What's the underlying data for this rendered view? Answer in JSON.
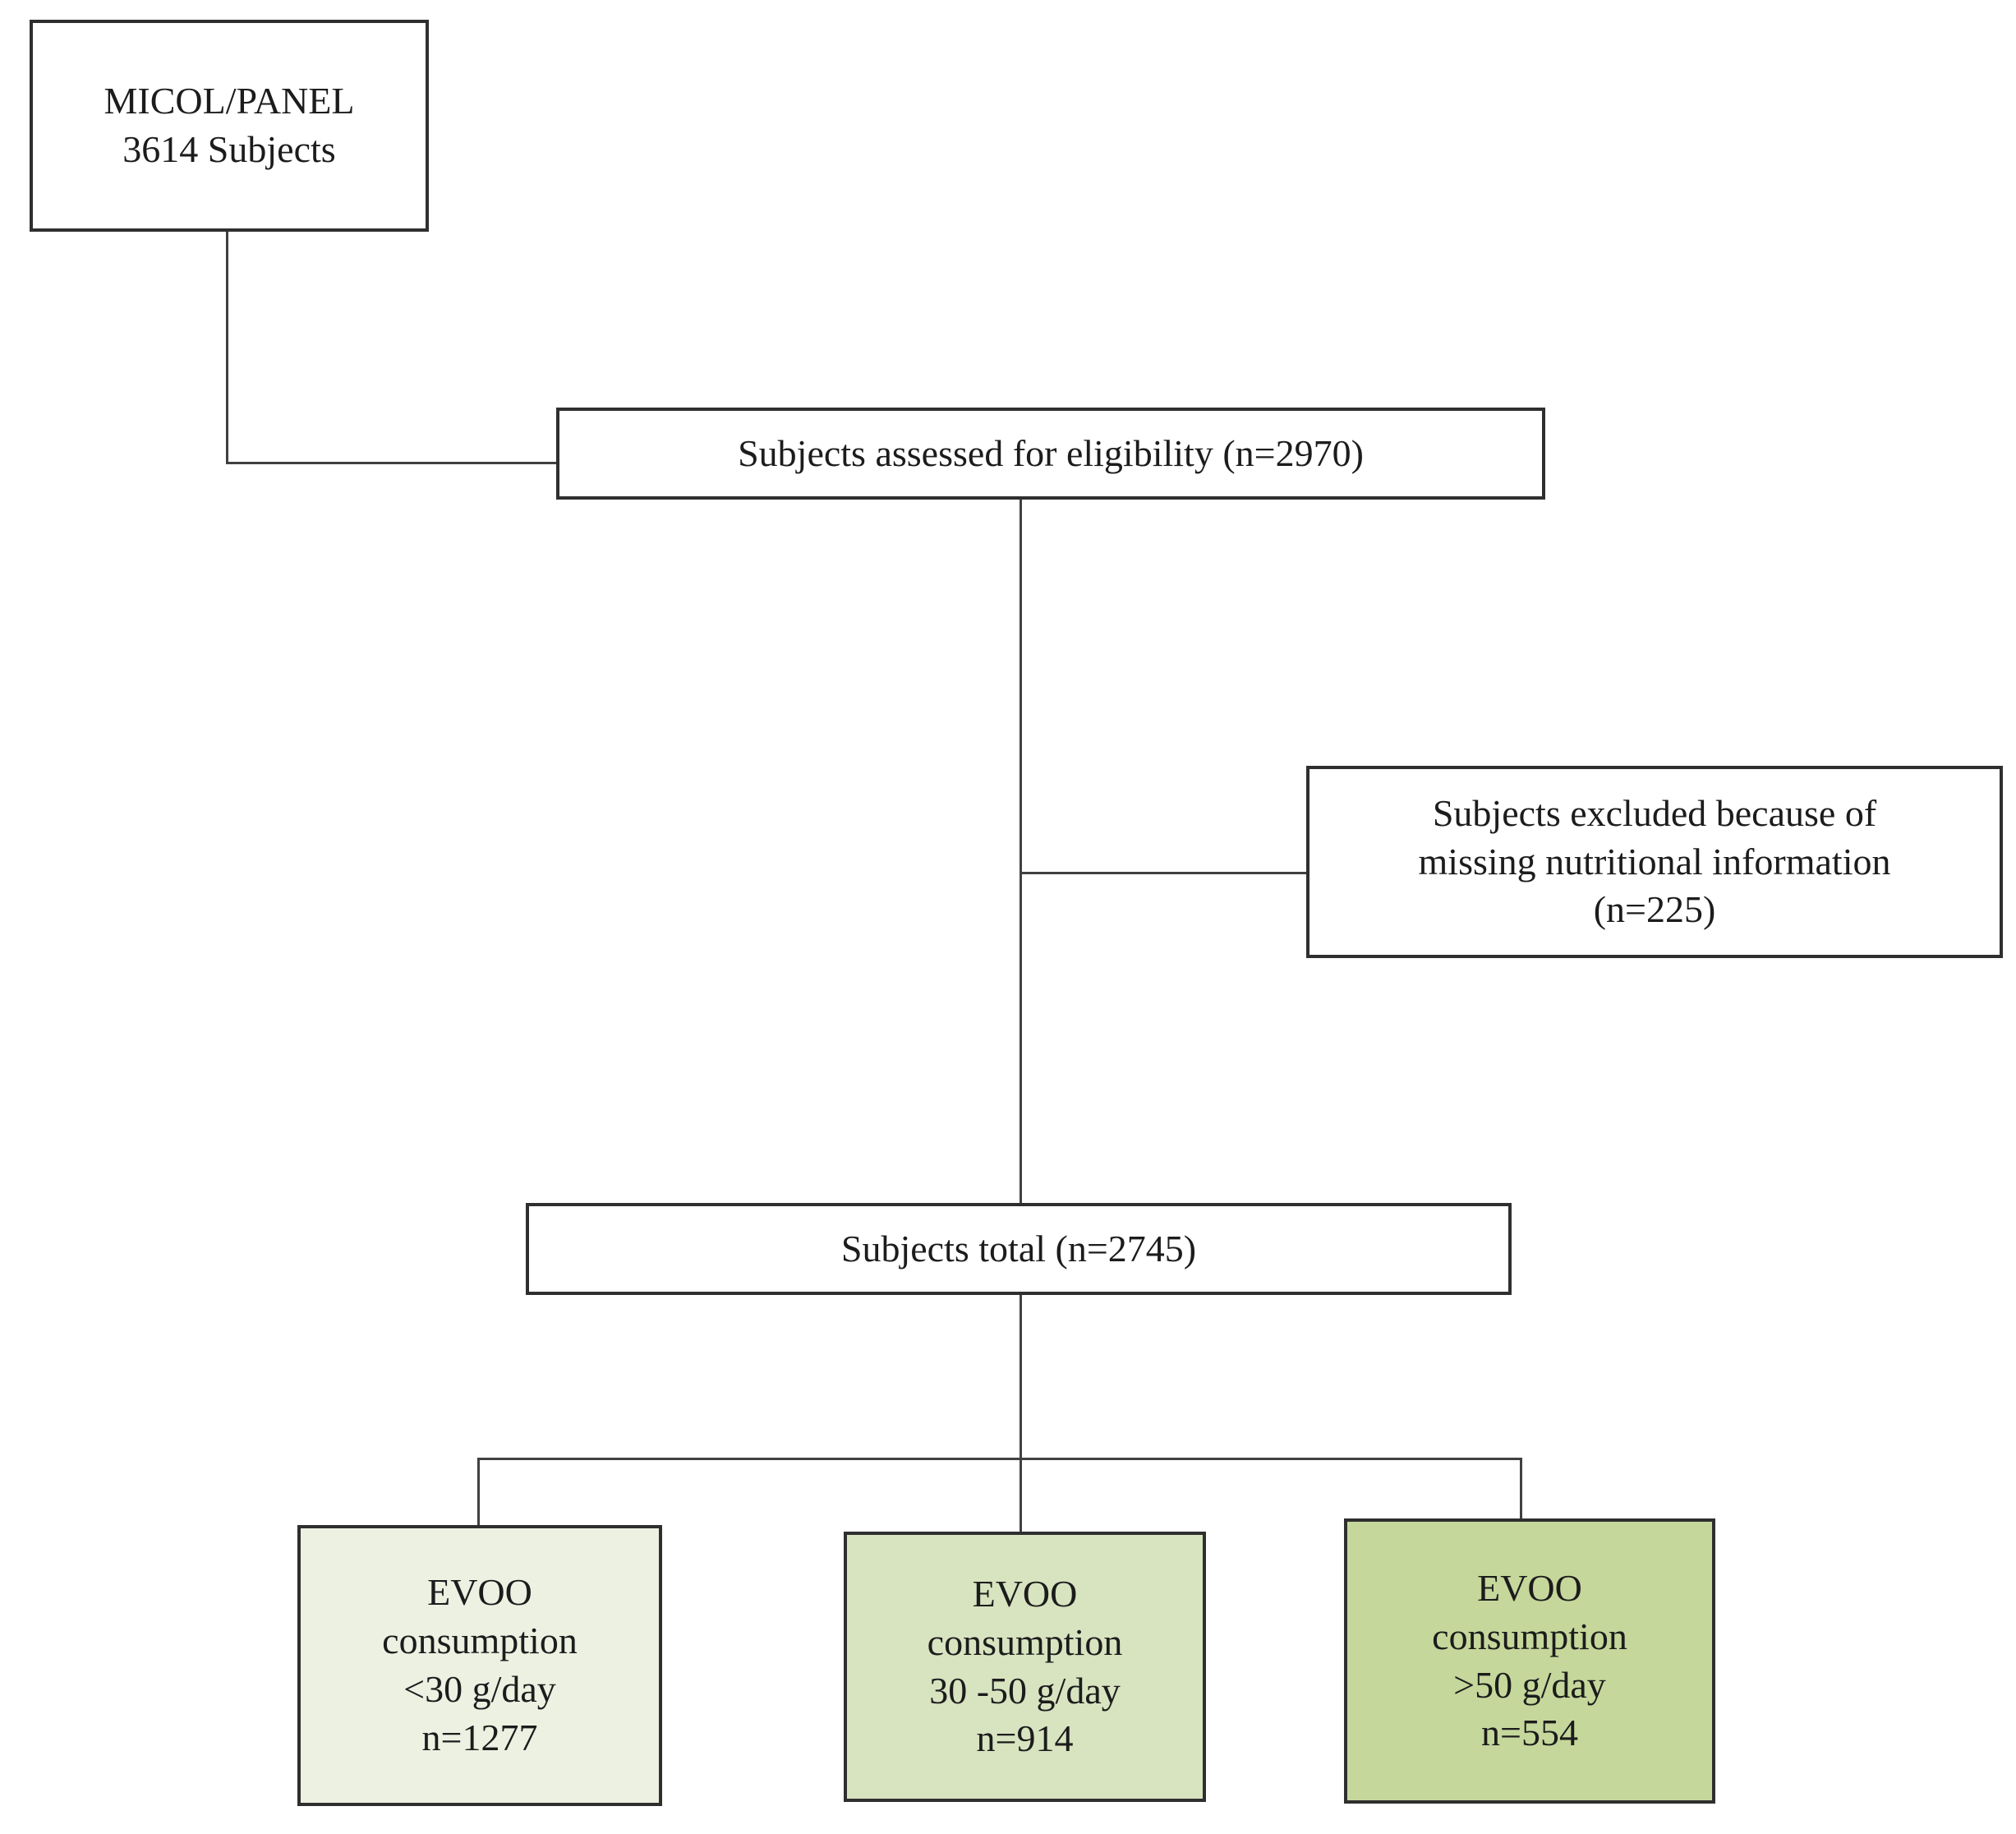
{
  "page": {
    "background": "#ffffff"
  },
  "colors": {
    "box_border": "#2f2f2f",
    "connector": "#404040",
    "text": "#1c1c1c"
  },
  "flowchart": {
    "nodes": {
      "source": {
        "label": "MICOL/PANEL\n3614 Subjects",
        "fill": "#ffffff"
      },
      "assessed": {
        "label": "Subjects assessed for eligibility (n=2970)",
        "fill": "#ffffff"
      },
      "excluded": {
        "label": "Subjects excluded because of\nmissing nutritional information\n(n=225)",
        "fill": "#ffffff"
      },
      "total": {
        "label": "Subjects total (n=2745)",
        "fill": "#ffffff"
      },
      "evoo_under30": {
        "label": "EVOO\nconsumption\n<30 g/day\nn=1277",
        "fill": "#ecf1e2"
      },
      "evoo_30to50": {
        "label": "EVOO\nconsumption\n30 -50 g/day\nn=914",
        "fill": "#d8e3c0"
      },
      "evoo_over50": {
        "label": "EVOO\nconsumption\n>50 g/day\nn=554",
        "fill": "#c5d79b"
      }
    }
  }
}
